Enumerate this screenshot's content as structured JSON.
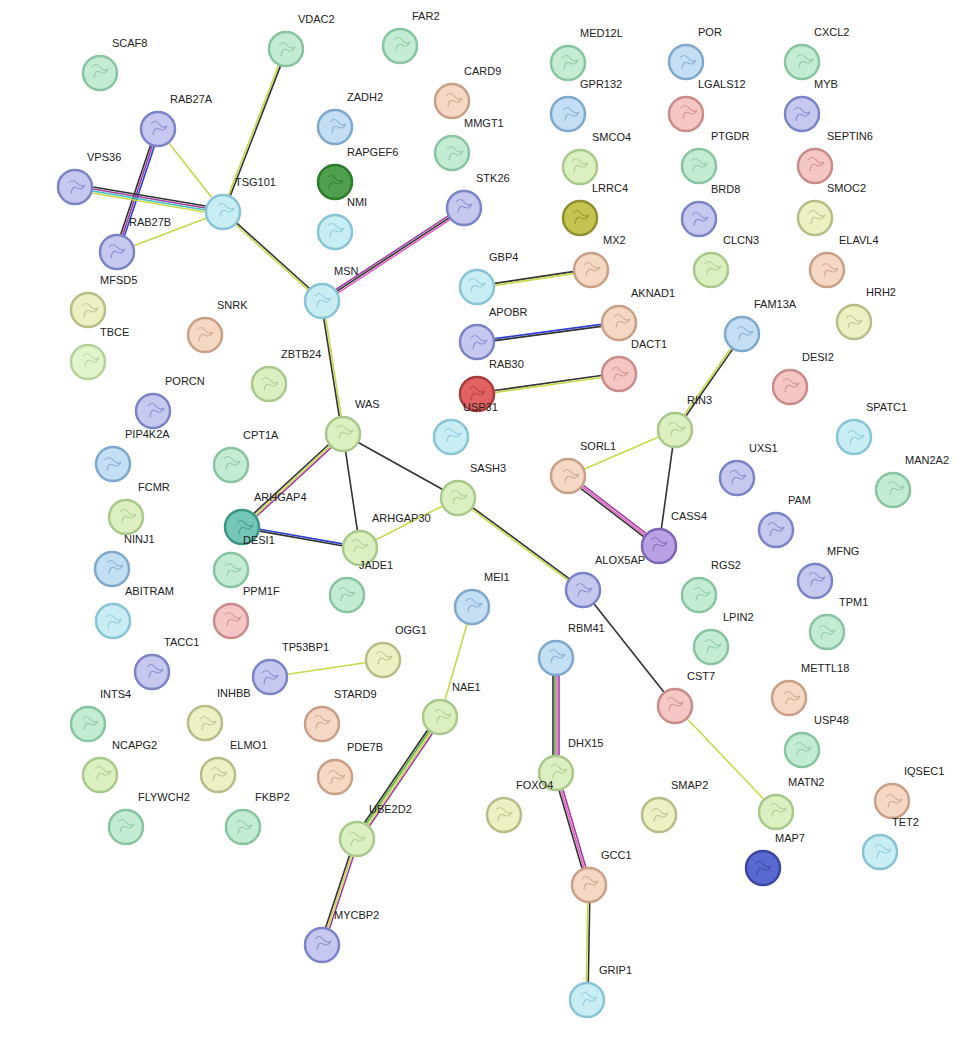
{
  "diagram": {
    "nodes": [
      {
        "text": [
          "SCAF8"
        ]
      },
      {
        "text": [
          "RAB27A"
        ]
      },
      {
        "text": [
          "VPS36"
        ]
      },
      {
        "text": [
          "TSG101"
        ]
      },
      {
        "text": [
          "RAB27B"
        ]
      },
      {
        "text": [
          "VDAC2"
        ]
      },
      {
        "text": [
          "FAR2"
        ]
      },
      {
        "text": [
          "ZADH2"
        ]
      },
      {
        "text": [
          "RAPGEF6"
        ]
      },
      {
        "text": [
          "NMI"
        ]
      },
      {
        "text": [
          "CARD9"
        ]
      },
      {
        "text": [
          "MMGT1"
        ]
      },
      {
        "text": [
          "STK26"
        ]
      },
      {
        "text": [
          "MSN"
        ]
      },
      {
        "text": [
          "MFSD5"
        ]
      },
      {
        "text": [
          "TBCE"
        ]
      },
      {
        "text": [
          "SNRK"
        ]
      },
      {
        "text": [
          "ZBTB24"
        ]
      },
      {
        "text": [
          "WAS"
        ]
      },
      {
        "text": [
          "PORCN"
        ]
      },
      {
        "text": [
          "PIP4K2A"
        ]
      },
      {
        "text": [
          "CPT1A"
        ]
      },
      {
        "text": [
          "FCMR"
        ]
      },
      {
        "text": [
          "ARHGAP4"
        ]
      },
      {
        "text": [
          "ARHGAP30"
        ]
      },
      {
        "text": [
          "SASH3"
        ]
      },
      {
        "text": [
          "DESI1"
        ]
      },
      {
        "text": [
          "NINJ1"
        ]
      },
      {
        "text": [
          "JADE1"
        ]
      },
      {
        "text": [
          "ABITRAM"
        ]
      },
      {
        "text": [
          "PPM1F"
        ]
      },
      {
        "text": [
          "TACC1"
        ]
      },
      {
        "text": [
          "TP53BP1"
        ]
      },
      {
        "text": [
          "OGG1"
        ]
      },
      {
        "text": [
          "INTS4"
        ]
      },
      {
        "text": [
          "INHBB"
        ]
      },
      {
        "text": [
          "STARD9"
        ]
      },
      {
        "text": [
          "ELMO1"
        ]
      },
      {
        "text": [
          "PDE7B"
        ]
      },
      {
        "text": [
          "NCAPG2"
        ]
      },
      {
        "text": [
          "FLYWCH2"
        ]
      },
      {
        "text": [
          "FKBP2"
        ]
      },
      {
        "text": [
          "MEI1"
        ]
      },
      {
        "text": [
          "NAE1"
        ]
      },
      {
        "text": [
          "UBE2D2"
        ]
      },
      {
        "text": [
          "MYCBP2"
        ]
      },
      {
        "text": [
          "MED12L"
        ]
      },
      {
        "text": [
          "GPR132"
        ]
      },
      {
        "text": [
          "SMCO4"
        ]
      },
      {
        "text": [
          "LRRC4"
        ]
      },
      {
        "text": [
          "POR"
        ]
      },
      {
        "text": [
          "LGALS12"
        ]
      },
      {
        "text": [
          "PTGDR"
        ]
      },
      {
        "text": [
          "BRD8"
        ]
      },
      {
        "text": [
          "CLCN3"
        ]
      },
      {
        "text": [
          "CXCL2"
        ]
      },
      {
        "text": [
          "MYB"
        ]
      },
      {
        "text": [
          "SEPTIN6"
        ]
      },
      {
        "text": [
          "SMOC2"
        ]
      },
      {
        "text": [
          "ELAVL4"
        ]
      },
      {
        "text": [
          "GBP4"
        ]
      },
      {
        "text": [
          "MX2"
        ]
      },
      {
        "text": [
          "APOBR"
        ]
      },
      {
        "text": [
          "AKNAD1"
        ]
      },
      {
        "text": [
          "RAB30"
        ]
      },
      {
        "text": [
          "DACT1"
        ]
      },
      {
        "text": [
          "USP31"
        ]
      },
      {
        "text": [
          "FAM13A"
        ]
      },
      {
        "text": [
          "HRH2"
        ]
      },
      {
        "text": [
          "DESI2"
        ]
      },
      {
        "text": [
          "RIN3"
        ]
      },
      {
        "text": [
          "SORL1"
        ]
      },
      {
        "text": [
          "CASS4"
        ]
      },
      {
        "text": [
          "UXS1"
        ]
      },
      {
        "text": [
          "SPATC1"
        ]
      },
      {
        "text": [
          "MAN2A2"
        ]
      },
      {
        "text": [
          "PAM"
        ]
      },
      {
        "text": [
          "ALOX5AP"
        ]
      },
      {
        "text": [
          "MFNG"
        ]
      },
      {
        "text": [
          "RGS2"
        ]
      },
      {
        "text": [
          "TPM1"
        ]
      },
      {
        "text": [
          "RBM41"
        ]
      },
      {
        "text": [
          "LPIN2"
        ]
      },
      {
        "text": [
          "METTL18"
        ]
      },
      {
        "text": [
          "CST7"
        ]
      },
      {
        "text": [
          "USP48"
        ]
      },
      {
        "text": [
          "IQSEC1"
        ]
      },
      {
        "text": [
          "DHX15"
        ]
      },
      {
        "text": [
          "FOXO4"
        ]
      },
      {
        "text": [
          "SMAP2"
        ]
      },
      {
        "text": [
          "MATN2"
        ]
      },
      {
        "text": [
          "TET2"
        ]
      },
      {
        "text": [
          "MAP7"
        ]
      },
      {
        "text": [
          "GCC1"
        ]
      },
      {
        "text": [
          "GRIP1"
        ]
      }
    ],
    "edges": [
      {
        "from": 1,
        "to": 4,
        "arrow": "none"
      },
      {
        "from": 2,
        "to": 3,
        "arrow": "none"
      },
      {
        "from": 1,
        "to": 3,
        "arrow": "none"
      },
      {
        "from": 4,
        "to": 3,
        "arrow": "none"
      },
      {
        "from": 3,
        "to": 5,
        "arrow": "none"
      },
      {
        "from": 3,
        "to": 13,
        "arrow": "none"
      },
      {
        "from": 13,
        "to": 12,
        "arrow": "none"
      },
      {
        "from": 13,
        "to": 18,
        "arrow": "none"
      },
      {
        "from": 18,
        "to": 23,
        "arrow": "none"
      },
      {
        "from": 18,
        "to": 24,
        "arrow": "none"
      },
      {
        "from": 18,
        "to": 25,
        "arrow": "none"
      },
      {
        "from": 23,
        "to": 24,
        "arrow": "none"
      },
      {
        "from": 24,
        "to": 25,
        "arrow": "none"
      },
      {
        "from": 25,
        "to": 77,
        "arrow": "none"
      },
      {
        "from": 77,
        "to": 84,
        "arrow": "none"
      },
      {
        "from": 84,
        "to": 90,
        "arrow": "none"
      },
      {
        "from": 60,
        "to": 61,
        "arrow": "none"
      },
      {
        "from": 62,
        "to": 63,
        "arrow": "none"
      },
      {
        "from": 64,
        "to": 65,
        "arrow": "none"
      },
      {
        "from": 67,
        "to": 70,
        "arrow": "none"
      },
      {
        "from": 70,
        "to": 71,
        "arrow": "none"
      },
      {
        "from": 70,
        "to": 72,
        "arrow": "none"
      },
      {
        "from": 71,
        "to": 72,
        "arrow": "none"
      },
      {
        "from": 32,
        "to": 33,
        "arrow": "none"
      },
      {
        "from": 42,
        "to": 43,
        "arrow": "none"
      },
      {
        "from": 43,
        "to": 44,
        "arrow": "none"
      },
      {
        "from": 44,
        "to": 45,
        "arrow": "none"
      },
      {
        "from": 81,
        "to": 87,
        "arrow": "none"
      },
      {
        "from": 87,
        "to": 93,
        "arrow": "none"
      },
      {
        "from": 93,
        "to": 94,
        "arrow": "none"
      }
    ]
  }
}
